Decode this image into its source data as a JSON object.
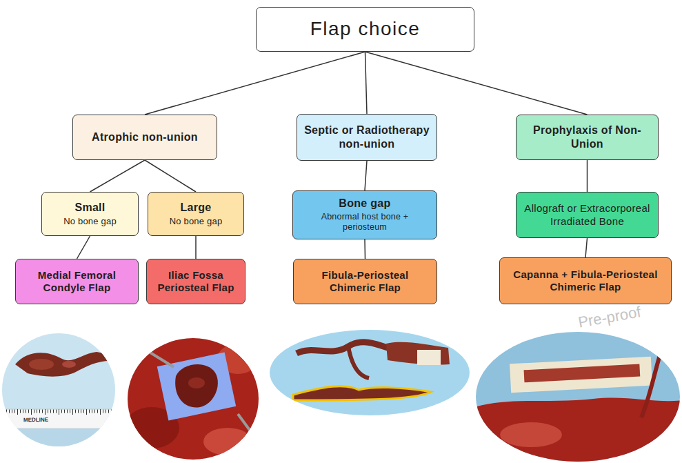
{
  "diagram": {
    "nodes": [
      {
        "text": [
          "Flap choice"
        ]
      },
      {
        "text": [
          "Atrophic non-union"
        ]
      },
      {
        "text": [
          "Septic or Radiotherapy non-union"
        ]
      },
      {
        "text": [
          "Prophylaxis of Non-Union"
        ]
      },
      {
        "text": [
          "Small",
          "No bone gap"
        ]
      },
      {
        "text": [
          "Large",
          "No bone gap"
        ]
      },
      {
        "text": [
          "Bone gap",
          "Abnormal host bone + periosteum"
        ]
      },
      {
        "text": [
          "Allograft or Extracorporeal Irradiated Bone"
        ]
      },
      {
        "text": [
          "Medial Femoral Condyle Flap"
        ]
      },
      {
        "text": [
          "Iliac Fossa Periosteal Flap"
        ]
      },
      {
        "text": [
          "Fibula-Periosteal Chimeric Flap"
        ]
      },
      {
        "text": [
          "Capanna + Fibula-Periosteal Chimeric Flap"
        ]
      }
    ],
    "edges": [
      {
        "from": 0,
        "to": 1,
        "arrow": "none"
      },
      {
        "from": 0,
        "to": 2,
        "arrow": "none"
      },
      {
        "from": 0,
        "to": 3,
        "arrow": "none"
      },
      {
        "from": 1,
        "to": 4,
        "arrow": "none"
      },
      {
        "from": 1,
        "to": 5,
        "arrow": "none"
      },
      {
        "from": 2,
        "to": 6,
        "arrow": "none"
      },
      {
        "from": 3,
        "to": 7,
        "arrow": "none"
      },
      {
        "from": 4,
        "to": 8,
        "arrow": "none"
      },
      {
        "from": 5,
        "to": 9,
        "arrow": "none"
      },
      {
        "from": 6,
        "to": 10,
        "arrow": "none"
      },
      {
        "from": 7,
        "to": 11,
        "arrow": "none"
      }
    ],
    "labels": [
      "MEDLINE",
      "Pre-proof"
    ]
  }
}
